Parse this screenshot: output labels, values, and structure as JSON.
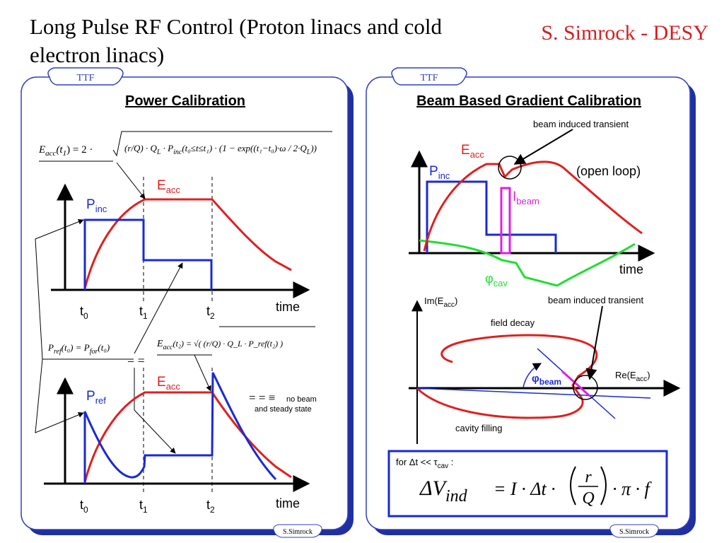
{
  "slide": {
    "title": "Long Pulse RF Control (Proton linacs and cold electron linacs)",
    "author": "S. Simrock - DESY"
  },
  "left_panel": {
    "tab": "TTF",
    "heading": "Power Calibration",
    "footer": "S.Simrock",
    "formula_top": {
      "lhs": "E",
      "lhs_sub": "acc",
      "arg": "(t",
      "arg_sub": "1",
      "rest": ") = 2 · √( (r/Q) · Q",
      "q_sub": "L",
      "pinc": " · P",
      "pinc_sub": "inc",
      "tail": "(t₀ ≤ t ≤ t₁) · (1 − exp((t₁ − t₀)·ω / 2·Q_L))"
    },
    "formula_ref": {
      "text": "P",
      "sub1": "ref",
      "mid": "(t₀) = P",
      "sub2": "for",
      "end": "(t₀)"
    },
    "formula_bottom": {
      "lhs": "E",
      "lhs_sub": "acc",
      "rest": "(t₂) = √( (r/Q) · Q_L · P_ref(t₂) )"
    },
    "top_plot": {
      "eacc_label": "E",
      "eacc_sub": "acc",
      "pinc_label": "P",
      "pinc_sub": "inc",
      "ticks": [
        "t",
        "t",
        "t"
      ],
      "tick_subs": [
        "0",
        "1",
        "2"
      ],
      "xlabel": "time"
    },
    "bottom_plot": {
      "eacc_label": "E",
      "eacc_sub": "acc",
      "pref_label": "P",
      "pref_sub": "ref",
      "ticks": [
        "t",
        "t",
        "t"
      ],
      "tick_subs": [
        "0",
        "1",
        "2"
      ],
      "xlabel": "time"
    },
    "eq_mark": "= =",
    "legend_mark": "= = ≡",
    "legend_line1": "no beam",
    "legend_line2": "and steady state"
  },
  "right_panel": {
    "tab": "TTF",
    "heading": "Beam Based Gradient Calibration",
    "footer": "S.Simrock",
    "top_plot": {
      "annotation": "beam induced transient",
      "eacc_label": "E",
      "eacc_sub": "acc",
      "pinc_label": "P",
      "pinc_sub": "inc",
      "ibeam_label": "I",
      "ibeam_sub": "beam",
      "open_loop": "(open loop)",
      "phi_label": "φ",
      "phi_sub": "cav",
      "xlabel": "time"
    },
    "bottom_plot": {
      "ylabel": "Im(E",
      "ylabel_sub": "acc",
      "ylabel_end": ")",
      "xlabel": "Re(E",
      "xlabel_sub": "acc",
      "xlabel_end": ")",
      "annotation": "beam induced transient",
      "field_decay": "field decay",
      "cavity_filling": "cavity filling",
      "phi_label": "φ",
      "phi_sub": "beam"
    },
    "formula_box": {
      "condition": "for Δt << τ",
      "condition_sub": "cav",
      "condition_end": " :",
      "lhs": "ΔV",
      "lhs_sub": "ind",
      "rhs": "= I · Δt · ",
      "frac_num": "r",
      "frac_den": "Q",
      "tail": "· π · f"
    }
  },
  "colors": {
    "red": "#e02020",
    "blue": "#1a2ad4",
    "green": "#22dd33",
    "magenta": "#e020e0",
    "panel_border": "#3040c0",
    "panel_shadow": "#2030a0"
  }
}
